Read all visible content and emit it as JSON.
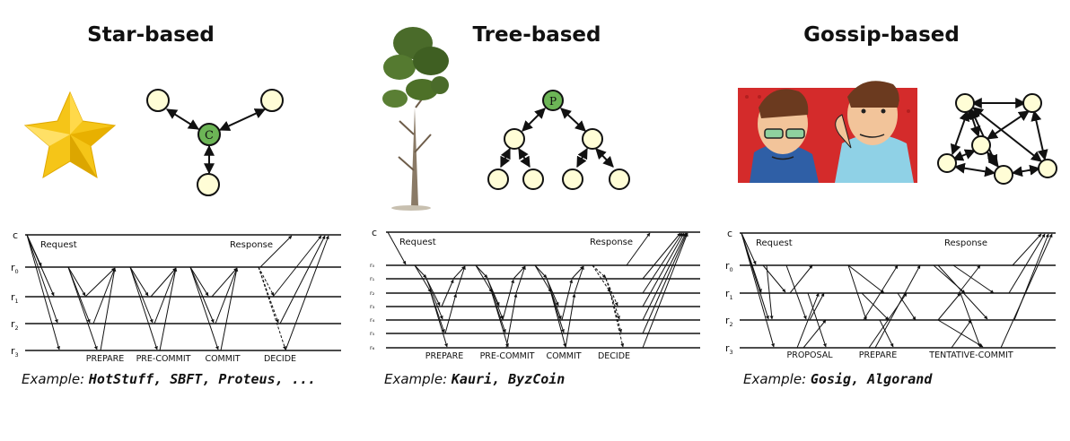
{
  "columns": [
    {
      "title": "Star-based",
      "node_center_label": "C",
      "client_label": "c",
      "replica_labels": [
        "r0",
        "r1",
        "r2",
        "r3"
      ],
      "request_label": "Request",
      "response_label": "Response",
      "phases": [
        "PREPARE",
        "PRE-COMMIT",
        "COMMIT",
        "DECIDE"
      ],
      "example_prefix": "Example: ",
      "example_systems": "HotStuff, SBFT, Proteus, ..."
    },
    {
      "title": "Tree-based",
      "root_label": "P",
      "client_label": "c",
      "replica_labels": [
        "r0",
        "r1",
        "r2",
        "r3",
        "r4",
        "r5",
        "r6"
      ],
      "request_label": "Request",
      "response_label": "Response",
      "phases": [
        "PREPARE",
        "PRE-COMMIT",
        "COMMIT",
        "DECIDE"
      ],
      "example_prefix": "Example: ",
      "example_systems": "Kauri, ByzCoin"
    },
    {
      "title": "Gossip-based",
      "client_label": "c",
      "replica_labels": [
        "r0",
        "r1",
        "r2",
        "r3"
      ],
      "request_label": "Request",
      "response_label": "Response",
      "phases": [
        "PROPOSAL",
        "PREPARE",
        "TENTATIVE-COMMIT"
      ],
      "example_prefix": "Example: ",
      "example_systems": "Gosig, Algorand"
    }
  ],
  "colors": {
    "node_fill": "#fffdd6",
    "center_fill": "#6cb556",
    "star": "#f5c518",
    "comic_bg": "#d42b2b"
  },
  "icons": [
    "star-icon",
    "tree-icon",
    "gossip-comic-icon"
  ]
}
